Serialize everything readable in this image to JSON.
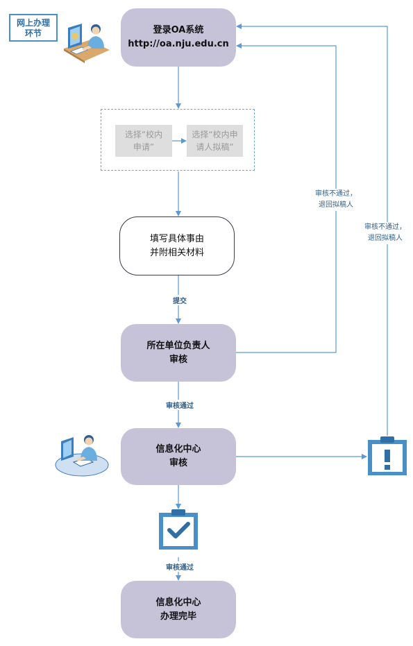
{
  "tag": {
    "line1": "网上办理",
    "line2": "环节"
  },
  "steps": {
    "login": {
      "line1": "登录OA系统",
      "line2": "http://oa.nju.edu.cn"
    },
    "option_apply": {
      "line1": "选择“校内",
      "line2": "申请”"
    },
    "option_draft": {
      "line1": "选择“校内申",
      "line2": "请人拟稿”"
    },
    "fill": {
      "line1": "填写具体事由",
      "line2": "并附相关材料"
    },
    "unit_review": {
      "line1": "所在单位负责人",
      "line2": "审核"
    },
    "info_review": {
      "line1": "信息化中心",
      "line2": "审核"
    },
    "done": {
      "line1": "信息化中心",
      "line2": "办理完毕"
    }
  },
  "edges": {
    "submit": "提交",
    "approved1": "审核通过",
    "approved2": "审核通过",
    "reject_unit": {
      "line1": "审核不通过，",
      "line2": "退回拟稿人"
    },
    "reject_info": {
      "line1": "审核不通过，",
      "line2": "退回拟稿人"
    }
  },
  "colors": {
    "step_fill": "#c6c3d9",
    "arrow": "#5b9bd5",
    "icon_blue": "#4a90c8"
  },
  "icons": [
    "user-at-computer-icon",
    "alert-clipboard-icon",
    "check-clipboard-icon"
  ]
}
